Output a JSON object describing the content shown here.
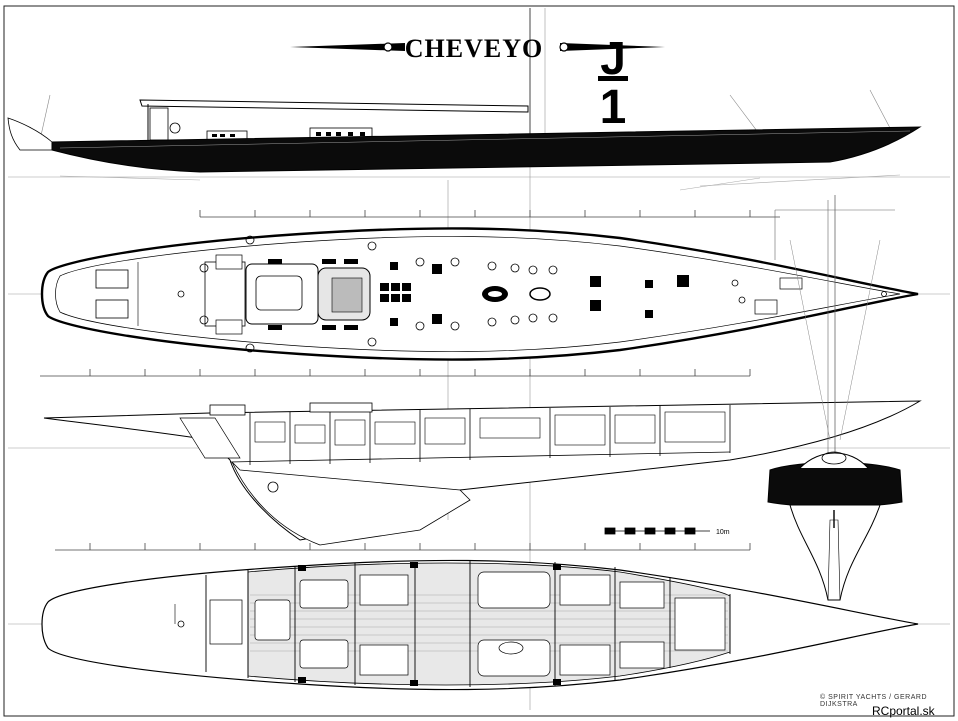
{
  "drawing": {
    "yacht_name": "CHEVEYO",
    "class_letter": "J",
    "class_number": "1",
    "scale_label": "10m",
    "copyright": "© SPIRIT YACHTS / GERARD DIJKSTRA",
    "watermark": "RCportal.sk"
  },
  "colors": {
    "ink": "#000000",
    "paper": "#ffffff",
    "hull_fill": "#0b0b0b",
    "deck_wood": "#c9c9c9"
  }
}
